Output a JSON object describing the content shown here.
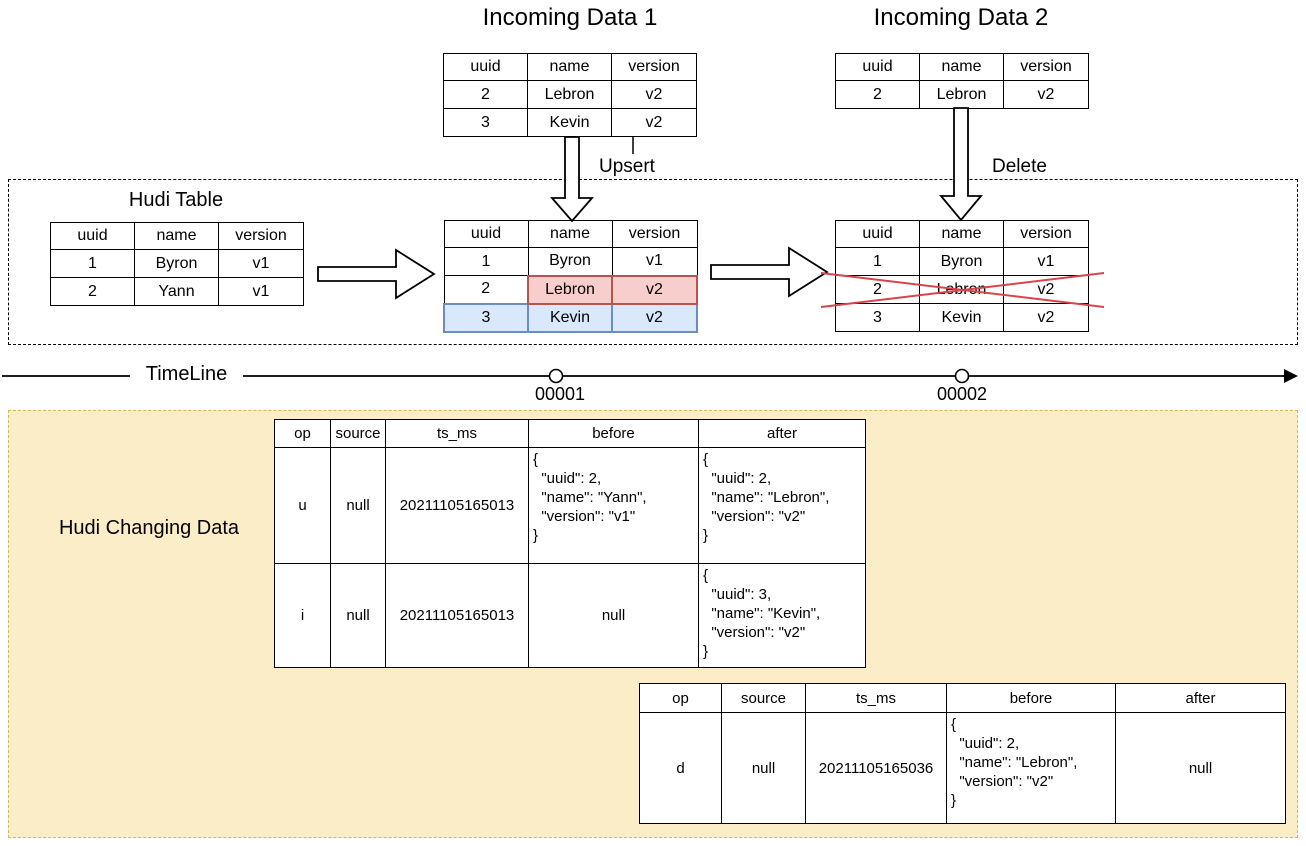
{
  "titles": {
    "incoming1": "Incoming Data 1",
    "incoming2": "Incoming Data 2",
    "hudi_table": "Hudi Table",
    "hudi_changing": "Hudi Changing Data",
    "timeline": "TimeLine",
    "upsert": "Upsert",
    "delete": "Delete"
  },
  "timeline": {
    "commits": [
      {
        "label": "00001"
      },
      {
        "label": "00002"
      }
    ]
  },
  "colors": {
    "update_highlight_fill": "#F8CECC",
    "update_highlight_border": "#B85450",
    "insert_highlight_fill": "#DAE8FC",
    "insert_highlight_border": "#6C8EBF",
    "changing_area_fill": "#FCEDC9",
    "changing_area_border": "#D6B656",
    "delete_cross": "#D9444A"
  },
  "record_tables": {
    "headers": [
      "uuid",
      "name",
      "version"
    ],
    "incoming1": {
      "rows": [
        [
          "2",
          "Lebron",
          "v2"
        ],
        [
          "3",
          "Kevin",
          "v2"
        ]
      ]
    },
    "incoming2": {
      "rows": [
        [
          "2",
          "Lebron",
          "v2"
        ]
      ]
    },
    "hudi_initial": {
      "rows": [
        [
          "1",
          "Byron",
          "v1"
        ],
        [
          "2",
          "Yann",
          "v1"
        ]
      ]
    },
    "hudi_after_upsert": {
      "rows": [
        [
          "1",
          "Byron",
          "v1"
        ],
        [
          "2",
          "Lebron",
          "v2"
        ],
        [
          "3",
          "Kevin",
          "v2"
        ]
      ]
    },
    "hudi_after_delete": {
      "rows": [
        [
          "1",
          "Byron",
          "v1"
        ],
        [
          "2",
          "Lebron",
          "v2"
        ],
        [
          "3",
          "Kevin",
          "v2"
        ]
      ]
    }
  },
  "changing_tables": {
    "headers": [
      "op",
      "source",
      "ts_ms",
      "before",
      "after"
    ],
    "commit1": {
      "rows": [
        {
          "op": "u",
          "source": "null",
          "ts_ms": "20211105165013",
          "before": "{\n  \"uuid\": 2,\n  \"name\": \"Yann\",\n  \"version\": \"v1\"\n}",
          "after": "{\n  \"uuid\": 2,\n  \"name\": \"Lebron\",\n  \"version\": \"v2\"\n}"
        },
        {
          "op": "i",
          "source": "null",
          "ts_ms": "20211105165013",
          "before": "null",
          "after": "{\n  \"uuid\": 3,\n  \"name\": \"Kevin\",\n  \"version\": \"v2\"\n}"
        }
      ]
    },
    "commit2": {
      "rows": [
        {
          "op": "d",
          "source": "null",
          "ts_ms": "20211105165036",
          "before": "{\n  \"uuid\": 2,\n  \"name\": \"Lebron\",\n  \"version\": \"v2\"\n}",
          "after": "null"
        }
      ]
    }
  }
}
